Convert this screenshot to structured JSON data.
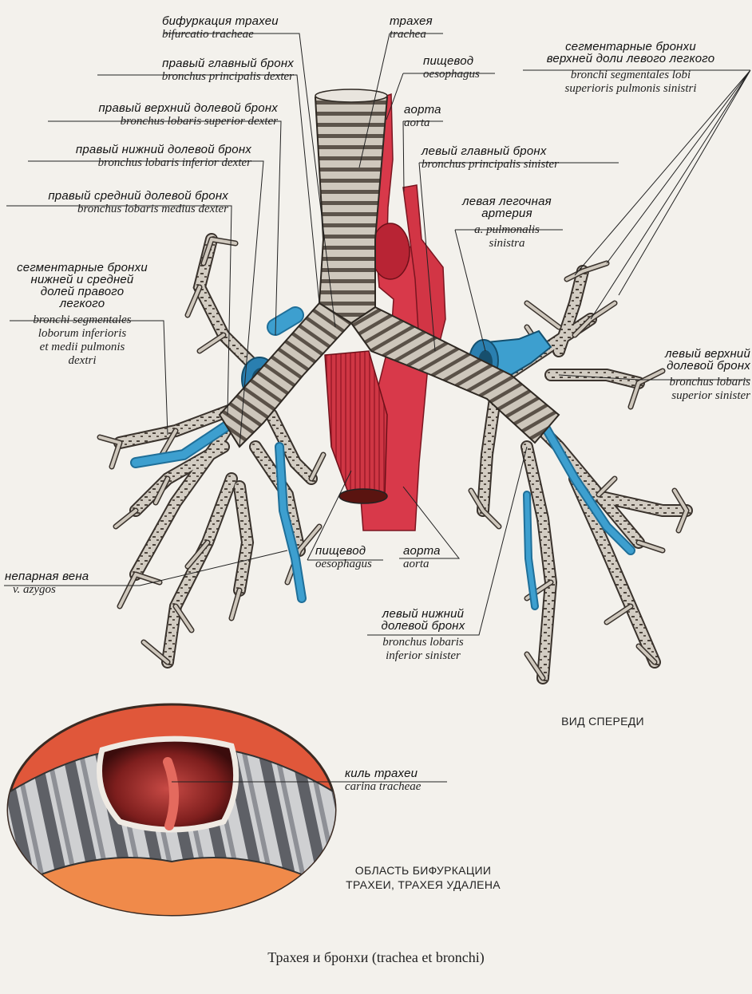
{
  "labels": {
    "bifurcation": {
      "ru": "бифуркация трахеи",
      "la": "bifurcatio tracheae"
    },
    "trachea": {
      "ru": "трахея",
      "la": "trachea"
    },
    "esophagus_top": {
      "ru": "пищевод",
      "la": "oesophagus"
    },
    "aorta_top": {
      "ru": "аорта",
      "la": "aorta"
    },
    "right_main": {
      "ru": "правый главный бронх",
      "la": "bronchus principalis dexter"
    },
    "right_upper": {
      "ru": "правый верхний долевой бронх",
      "la": "bronchus lobaris superior dexter"
    },
    "right_lower": {
      "ru": "правый нижний долевой бронх",
      "la": "bronchus lobaris inferior dexter"
    },
    "right_middle": {
      "ru": "правый средний долевой бронх",
      "la": "bronchus lobaris medius dexter"
    },
    "right_segmental": {
      "ru": [
        "сегментарные бронхи",
        "нижней и средней",
        "долей правого",
        "легкого"
      ],
      "la": [
        "bronchi segmentales",
        "loborum inferioris",
        "et medii pulmonis",
        "dextri"
      ]
    },
    "left_segmental": {
      "ru": [
        "сегментарные бронхи",
        "верхней доли левого легкого"
      ],
      "la": [
        "bronchi segmentales lobi",
        "superioris pulmonis sinistri"
      ]
    },
    "left_main": {
      "ru": "левый главный бронх",
      "la": "bronchus principalis sinister"
    },
    "left_pulm_artery": {
      "ru": [
        "левая легочная",
        "артерия"
      ],
      "la": [
        "a. pulmonalis",
        "sinistra"
      ]
    },
    "left_upper": {
      "ru": [
        "левый верхний",
        "долевой бронх"
      ],
      "la": [
        "bronchus lobaris",
        "superior sinister"
      ]
    },
    "azygos": {
      "ru": "непарная вена",
      "la": "v. azygos"
    },
    "esophagus_bottom": {
      "ru": "пищевод",
      "la": "oesophagus"
    },
    "aorta_bottom": {
      "ru": "аорта",
      "la": "aorta"
    },
    "left_lower": {
      "ru": [
        "левый нижний",
        "долевой бронх"
      ],
      "la": [
        "bronchus lobaris",
        "inferior sinister"
      ]
    },
    "carina": {
      "ru": "киль трахеи",
      "la": "carina tracheae"
    }
  },
  "captions": {
    "front_view": "ВИД СПЕРЕДИ",
    "inset": [
      "ОБЛАСТЬ БИФУРКАЦИИ",
      "ТРАХЕИ, ТРАХЕЯ УДАЛЕНА"
    ]
  },
  "title": "Трахея и бронхи (trachea et bronchi)",
  "colors": {
    "bronchus": "#c9c2b8",
    "cartilage_band": "#5a5148",
    "artery": "#d8394a",
    "vein": "#3d9fcf",
    "inset_bg": "#e0573a",
    "leader_line": "#222222"
  }
}
